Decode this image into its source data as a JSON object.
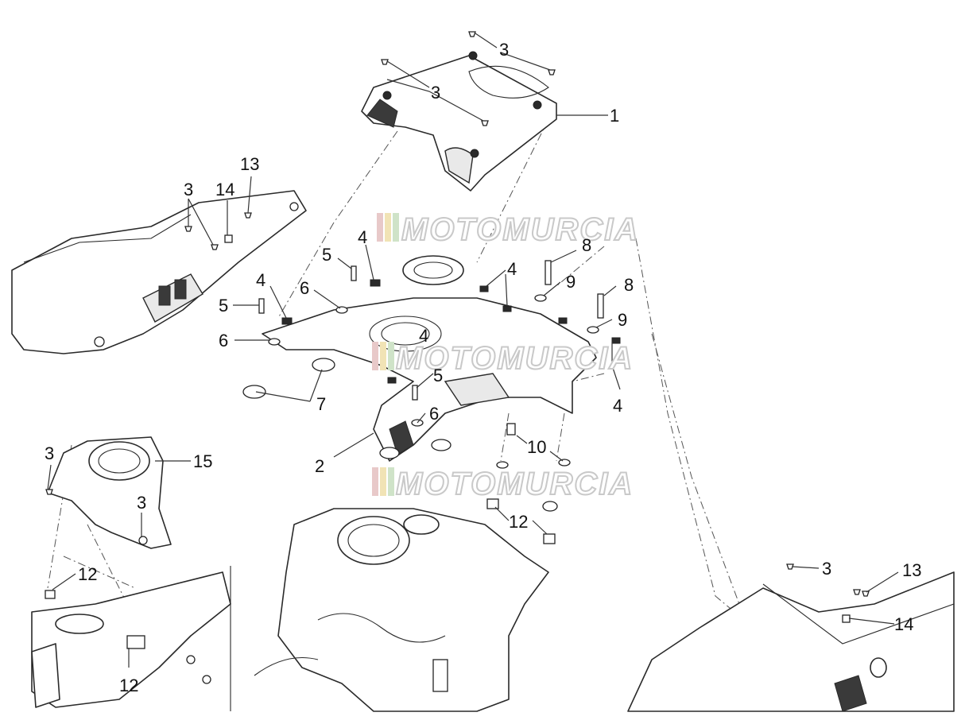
{
  "watermark": {
    "text": "MOTOMURCIA",
    "colors": [
      "#e8c9c9",
      "#f1e3b5",
      "#cfe3c8"
    ]
  },
  "callouts": [
    {
      "id": "c1",
      "label": "1"
    },
    {
      "id": "c2",
      "label": "2"
    },
    {
      "id": "c3a",
      "label": "3"
    },
    {
      "id": "c3b",
      "label": "3"
    },
    {
      "id": "c3c",
      "label": "3"
    },
    {
      "id": "c3d",
      "label": "3"
    },
    {
      "id": "c3e",
      "label": "3"
    },
    {
      "id": "c3f",
      "label": "3"
    },
    {
      "id": "c4a",
      "label": "4"
    },
    {
      "id": "c4b",
      "label": "4"
    },
    {
      "id": "c4c",
      "label": "4"
    },
    {
      "id": "c4d",
      "label": "4"
    },
    {
      "id": "c4e",
      "label": "4"
    },
    {
      "id": "c5a",
      "label": "5"
    },
    {
      "id": "c5b",
      "label": "5"
    },
    {
      "id": "c5c",
      "label": "5"
    },
    {
      "id": "c6a",
      "label": "6"
    },
    {
      "id": "c6b",
      "label": "6"
    },
    {
      "id": "c6c",
      "label": "6"
    },
    {
      "id": "c7",
      "label": "7"
    },
    {
      "id": "c8a",
      "label": "8"
    },
    {
      "id": "c8b",
      "label": "8"
    },
    {
      "id": "c9a",
      "label": "9"
    },
    {
      "id": "c9b",
      "label": "9"
    },
    {
      "id": "c10",
      "label": "10"
    },
    {
      "id": "c12a",
      "label": "12"
    },
    {
      "id": "c12b",
      "label": "12"
    },
    {
      "id": "c12c",
      "label": "12"
    },
    {
      "id": "c13a",
      "label": "13"
    },
    {
      "id": "c13b",
      "label": "13"
    },
    {
      "id": "c14a",
      "label": "14"
    },
    {
      "id": "c14b",
      "label": "14"
    },
    {
      "id": "c15",
      "label": "15"
    }
  ]
}
